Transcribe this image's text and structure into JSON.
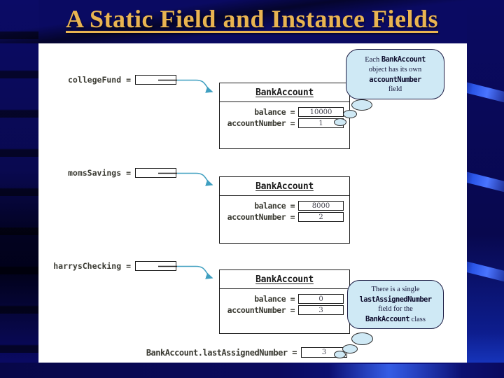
{
  "slide": {
    "title": "A Static Field and Instance Fields"
  },
  "colors": {
    "background": "#0a0a62",
    "title_gold": "#e9b451",
    "panel": "#ffffff",
    "callout_fill": "#cfe9f5",
    "arrow_teal": "#3f9fc0",
    "ribbon_blue": "#2a55e8"
  },
  "diagram": {
    "variables": [
      {
        "label": "collegeFund ="
      },
      {
        "label": "momsSavings ="
      },
      {
        "label": "harrysChecking ="
      }
    ],
    "objects": [
      {
        "class_name": "BankAccount",
        "fields": [
          {
            "label": "balance =",
            "value": "10000"
          },
          {
            "label": "accountNumber =",
            "value": "1"
          }
        ]
      },
      {
        "class_name": "BankAccount",
        "fields": [
          {
            "label": "balance =",
            "value": "8000"
          },
          {
            "label": "accountNumber =",
            "value": "2"
          }
        ]
      },
      {
        "class_name": "BankAccount",
        "fields": [
          {
            "label": "balance =",
            "value": "0"
          },
          {
            "label": "accountNumber =",
            "value": "3"
          }
        ]
      }
    ],
    "callouts": [
      {
        "segments": {
          "s1": "Each ",
          "c1": "BankAccount",
          "s2": "object has its own",
          "c2": "accountNumber",
          "s3": "field"
        }
      },
      {
        "segments": {
          "s1": "There is a single",
          "c1": "lastAssignedNumber",
          "s2": "field for the",
          "c2": "BankAccount",
          "s3": " class"
        }
      }
    ],
    "static_field": {
      "label": "BankAccount.lastAssignedNumber =",
      "value": "3"
    }
  }
}
